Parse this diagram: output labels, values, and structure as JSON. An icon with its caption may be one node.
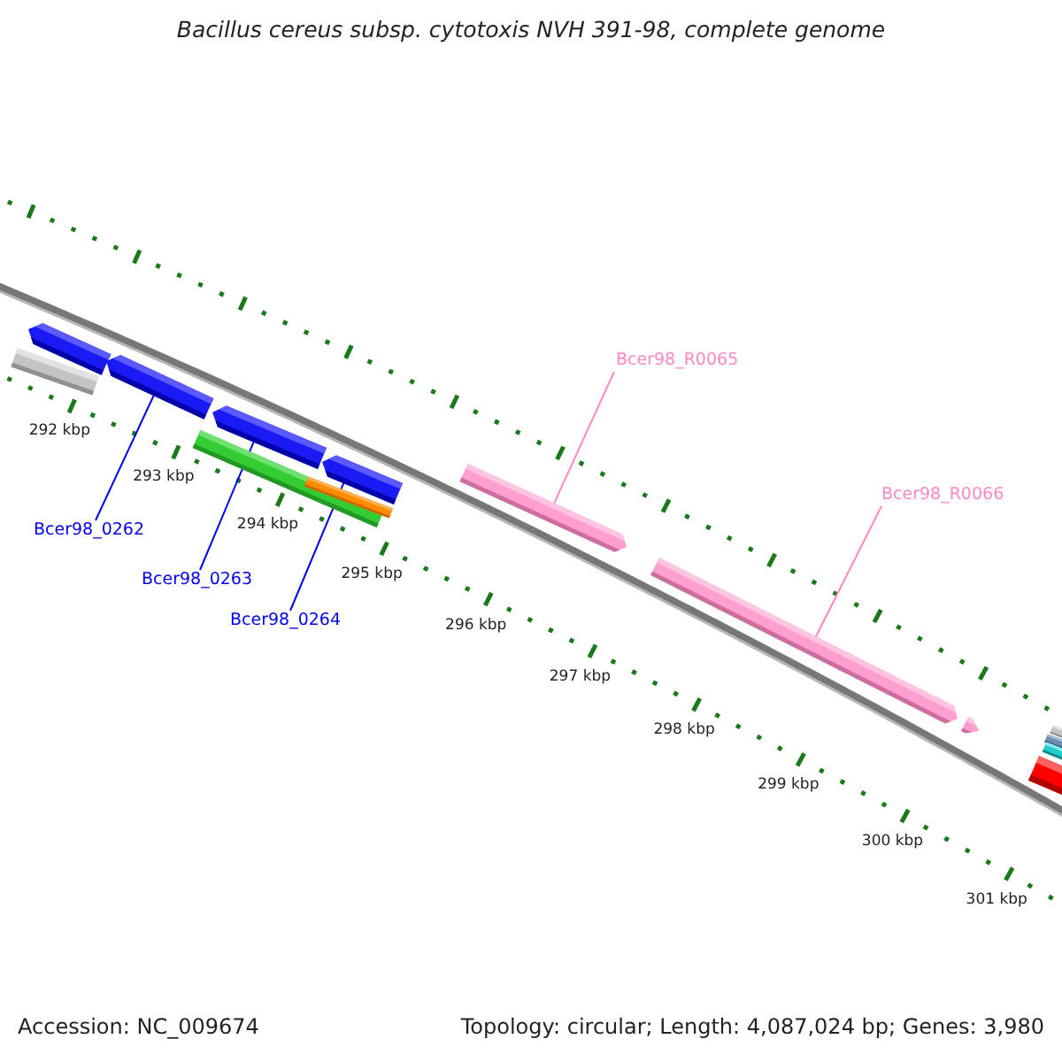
{
  "diagram": {
    "title": "Bacillus cereus subsp. cytotoxis NVH 391-98, complete genome",
    "nodes": [
      {
        "text": [
          "Bcer98_0262"
        ]
      },
      {
        "text": [
          "Bcer98_0263"
        ]
      },
      {
        "text": [
          "Bcer98_0264"
        ]
      },
      {
        "text": [
          "Bcer98_R0065"
        ]
      },
      {
        "text": [
          "Bcer98_R0066"
        ]
      },
      {
        "text": [],
        "shape": "bar"
      },
      {
        "text": [],
        "shape": "bar"
      },
      {
        "text": [],
        "shape": "bar"
      },
      {
        "text": [],
        "shape": "bar"
      },
      {
        "text": [],
        "shape": "bar"
      },
      {
        "text": [],
        "shape": "bar"
      },
      {
        "text": [],
        "shape": "bar"
      },
      {
        "text": [],
        "shape": "bar"
      },
      {
        "text": [],
        "shape": "bar"
      },
      {
        "text": [],
        "shape": "bar"
      },
      {
        "text": [],
        "shape": "bar"
      },
      {
        "text": [],
        "shape": "bar"
      },
      {
        "text": [],
        "shape": "bar"
      },
      {
        "text": [],
        "shape": "bar"
      }
    ],
    "edges": [
      {
        "from": 0,
        "to": 7,
        "arrow": "none"
      },
      {
        "from": 1,
        "to": 9,
        "arrow": "none"
      },
      {
        "from": 2,
        "to": 11,
        "arrow": "none"
      },
      {
        "from": 3,
        "to": 12,
        "arrow": "none",
        "color": "#ff88c4"
      },
      {
        "from": 4,
        "to": 13,
        "arrow": "none",
        "color": "#ff88c4"
      }
    ],
    "labels": [
      "292 kbp",
      "293 kbp",
      "294 kbp",
      "295 kbp",
      "296 kbp",
      "297 kbp",
      "298 kbp",
      "299 kbp",
      "300 kbp",
      "301 kbp",
      "Accession: NC_009674",
      "Topology: circular; Length: 4,087,024 bp; Genes: 3,980"
    ]
  }
}
